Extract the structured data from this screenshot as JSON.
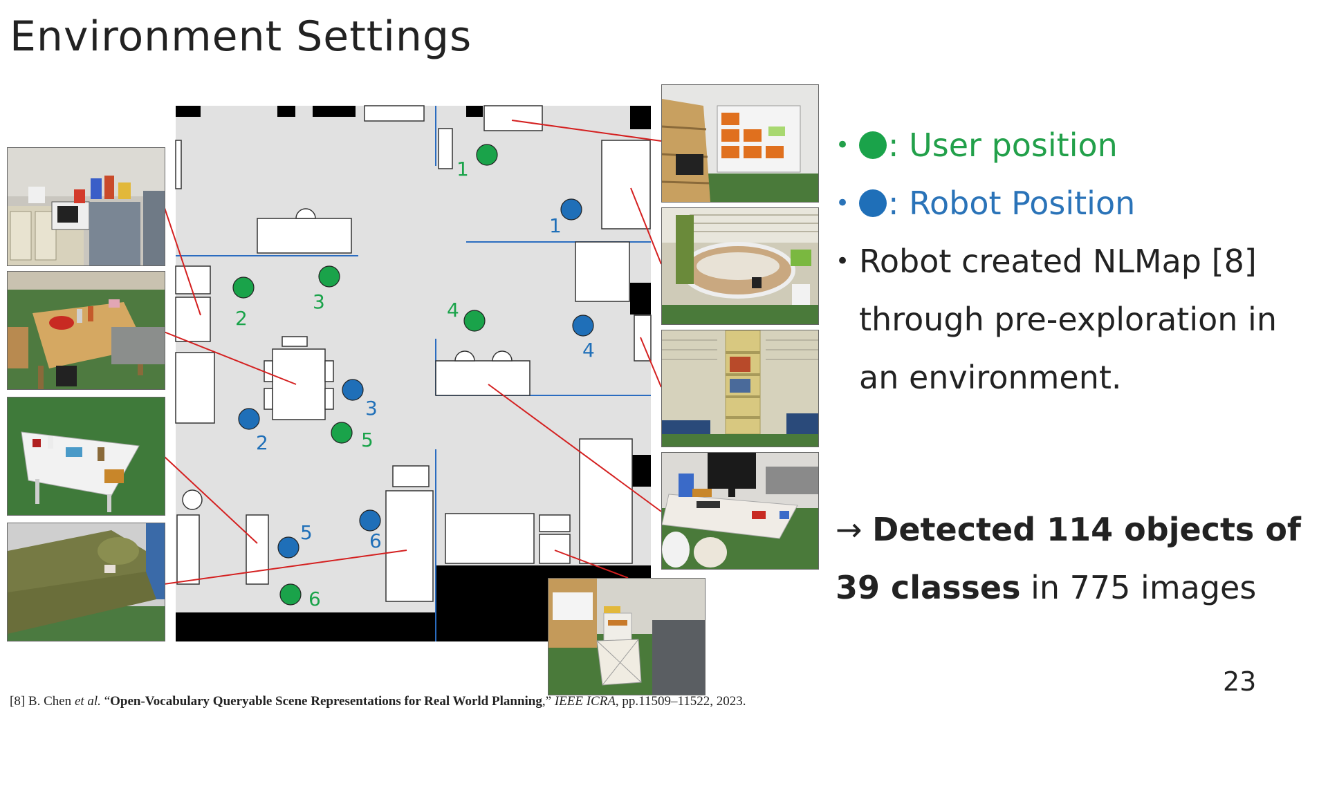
{
  "slide": {
    "title": "Environment Settings",
    "page_number": "23"
  },
  "legend": {
    "user_label": ": User position",
    "robot_label": ": Robot Position",
    "user_color": "#1aa34a",
    "robot_color": "#1f6fb8",
    "bullet_3_lines": [
      "Robot created NLMap [8]",
      "through pre-exploration in",
      "an environment."
    ]
  },
  "detected": {
    "arrow": "→",
    "bold_1": "Detected 114 objects of",
    "bold_2": "39 classes",
    "rest": " in 775 images"
  },
  "footnote": {
    "ref": "[8] B. Chen ",
    "etal": "et al.",
    "quote_open": " “",
    "paper_title": "Open-Vocabulary Queryable Scene Representations for Real World Planning",
    "quote_close": ",” ",
    "venue": "IEEE ICRA",
    "pages": ", pp.11509–11522, 2023."
  },
  "map": {
    "user_positions": [
      "1",
      "2",
      "3",
      "4",
      "5",
      "6"
    ],
    "robot_positions": [
      "1",
      "2",
      "3",
      "4",
      "5",
      "6"
    ]
  },
  "photos": [
    {
      "name": "kitchen-photo"
    },
    {
      "name": "dining-table-photo"
    },
    {
      "name": "low-table-photo"
    },
    {
      "name": "sofa-photo"
    },
    {
      "name": "shelf-photo"
    },
    {
      "name": "bathtub-photo"
    },
    {
      "name": "bookshelf-photo"
    },
    {
      "name": "desk-photo"
    },
    {
      "name": "bed-photo"
    }
  ]
}
